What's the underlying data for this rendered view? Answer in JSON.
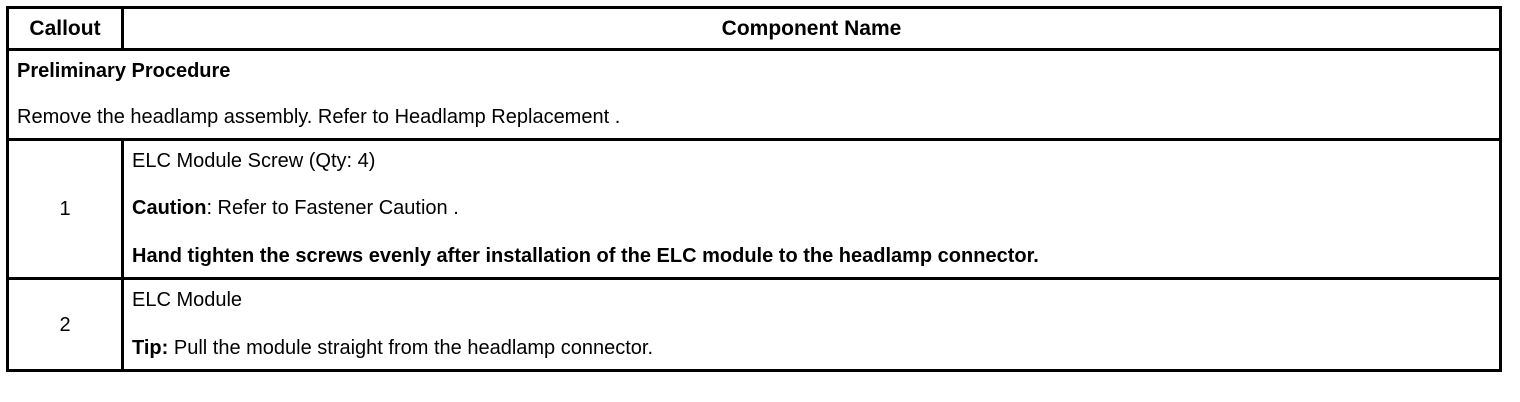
{
  "table": {
    "headers": {
      "callout": "Callout",
      "component_name": "Component Name"
    },
    "preliminary": {
      "title": "Preliminary Procedure",
      "text": "Remove the headlamp assembly. Refer to Headlamp Replacement ."
    },
    "rows": [
      {
        "callout": "1",
        "lines": [
          {
            "text": "ELC Module Screw (Qty: 4)"
          },
          {
            "lead": "Caution",
            "text": ": Refer to Fastener Caution ."
          },
          {
            "bold_text": "Hand tighten the screws evenly after installation of the ELC module to the headlamp connector."
          }
        ]
      },
      {
        "callout": "2",
        "lines": [
          {
            "text": "ELC Module"
          },
          {
            "lead": "Tip:",
            "text": " Pull the module straight from the headlamp connector."
          }
        ]
      }
    ]
  },
  "colors": {
    "border": "#000000",
    "text": "#000000",
    "background": "#ffffff"
  }
}
